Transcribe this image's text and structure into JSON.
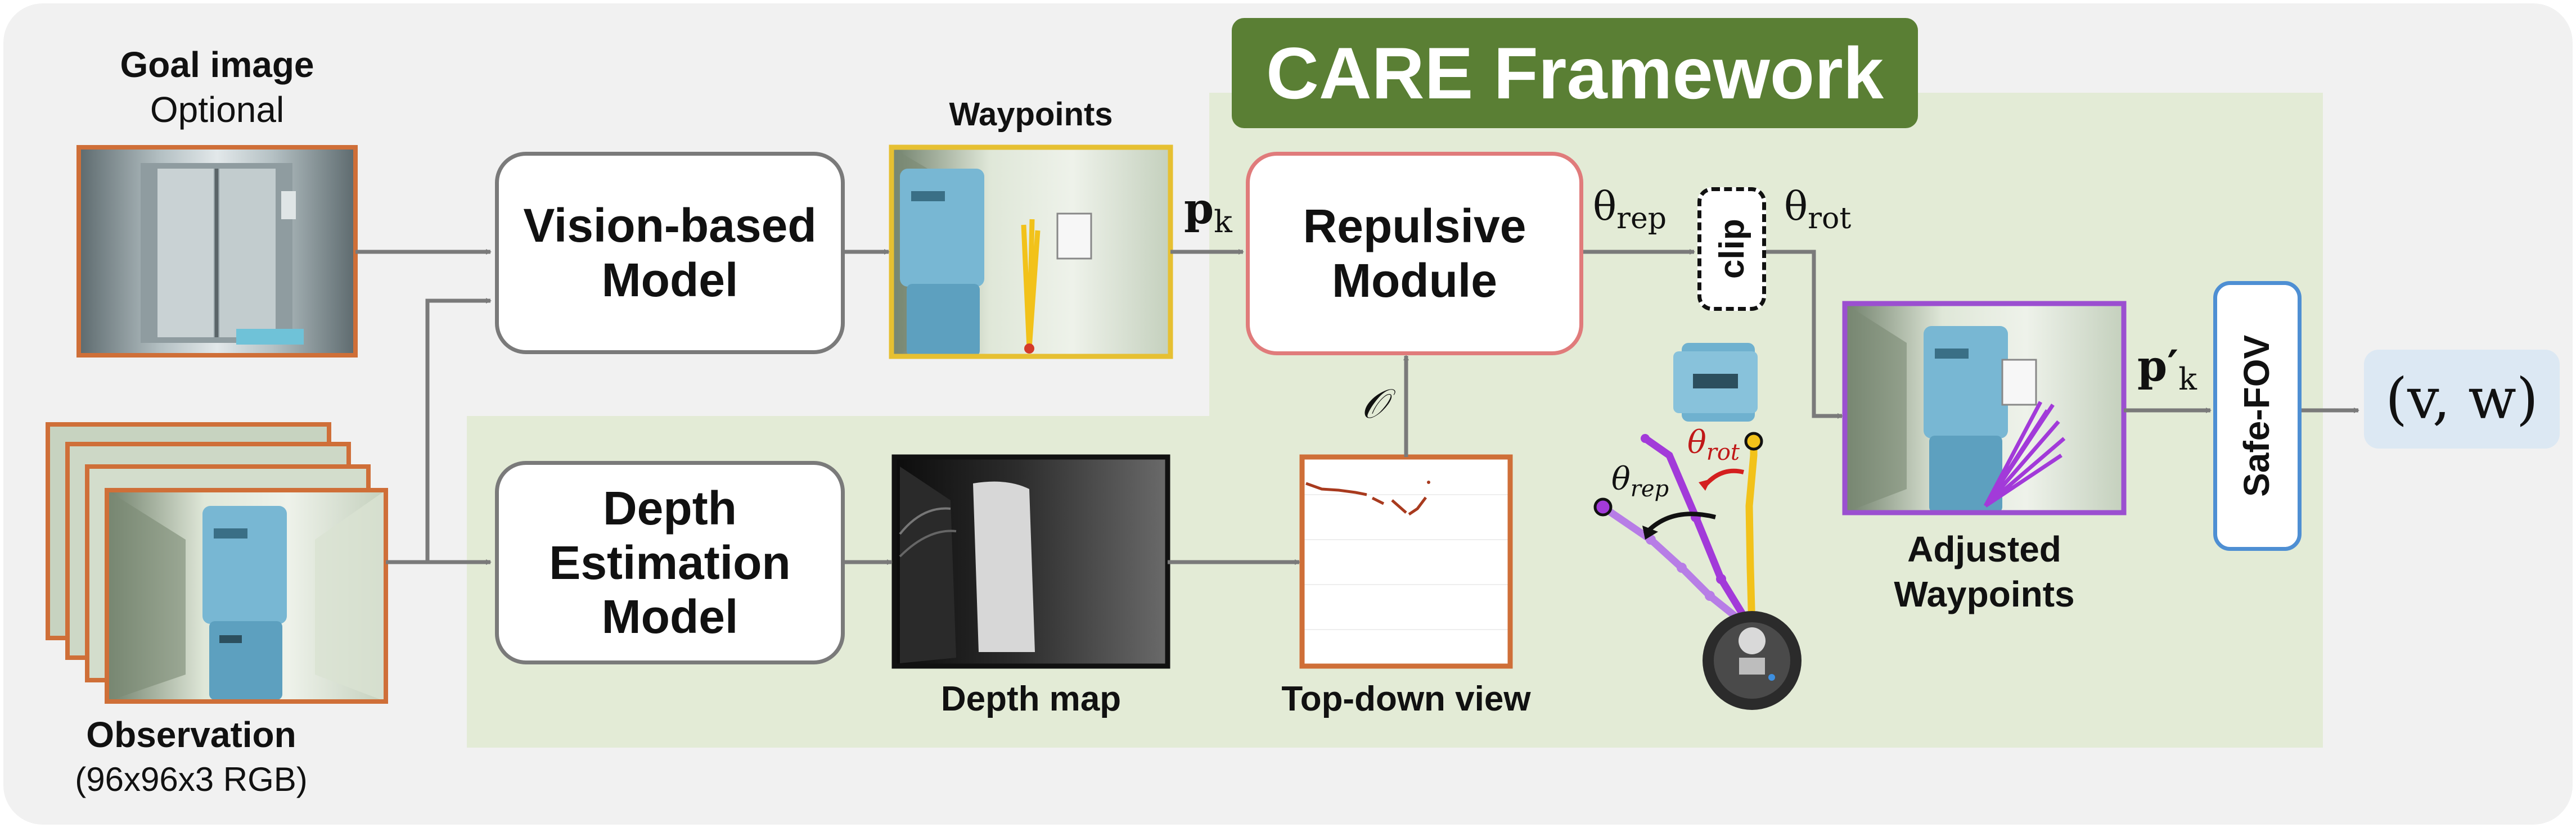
{
  "title": "CARE Framework",
  "colors": {
    "accent_green": "#5a7f34",
    "panel_green": "#e3ebd6",
    "repulsive_border": "#e07b7b",
    "waypoint_border": "#e6c032",
    "adjusted_border": "#9b4fd0",
    "safe_fov_border": "#4e8fd3",
    "image_border": "#cf6f38",
    "output_bg": "#dce8f3"
  },
  "goal": {
    "title": "Goal image",
    "subtitle": "Optional"
  },
  "observation": {
    "title": "Observation",
    "subtitle": "(96x96x3 RGB)"
  },
  "vision_model": {
    "line1": "Vision-based",
    "line2": "Model"
  },
  "depth_model": {
    "line1": "Depth",
    "line2": "Estimation",
    "line3": "Model"
  },
  "waypoints": {
    "label": "Waypoints"
  },
  "depth_map": {
    "label": "Depth map"
  },
  "top_down": {
    "label": "Top-down view"
  },
  "repulsive": {
    "line1": "Repulsive",
    "line2": "Module"
  },
  "clip": {
    "label": "clip"
  },
  "adjusted": {
    "line1": "Adjusted",
    "line2": "Waypoints"
  },
  "safe_fov": {
    "label": "Safe-FOV"
  },
  "math": {
    "p_k": "p",
    "p_k_sub": "k",
    "p_prime_k": "p′",
    "p_prime_k_sub": "k",
    "theta_rep": "θ",
    "theta_rep_sub": "rep",
    "theta_rot": "θ",
    "theta_rot_sub": "rot",
    "obstacle": "𝒪",
    "output": "(v, w)"
  },
  "robot_sketch": {
    "theta_rot": "θ",
    "theta_rot_sub": "rot",
    "theta_rep": "θ",
    "theta_rep_sub": "rep"
  }
}
